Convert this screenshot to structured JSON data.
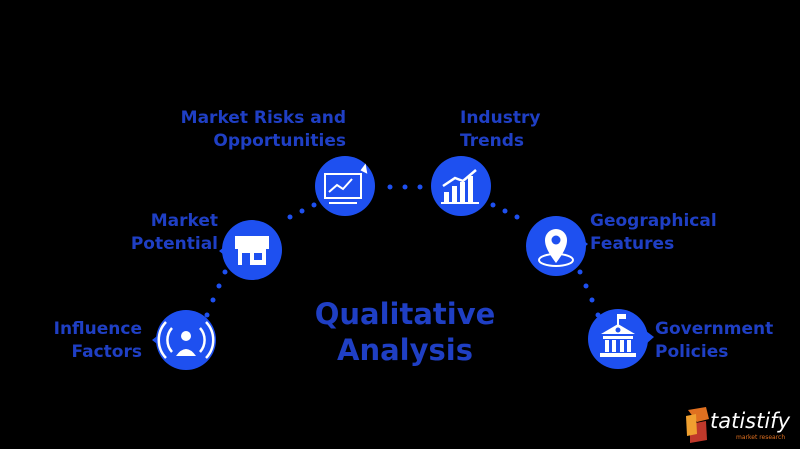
{
  "title": {
    "line1": "Qualitative",
    "line2": "Analysis"
  },
  "nodes": [
    {
      "id": "influence",
      "line1": "Influence",
      "line2": "Factors",
      "icon": "signal-person-icon"
    },
    {
      "id": "market",
      "line1": "Market",
      "line2": "Potential",
      "icon": "storefront-icon"
    },
    {
      "id": "risks",
      "line1": "Market Risks and",
      "line2": "Opportunities",
      "icon": "chart-board-icon"
    },
    {
      "id": "trends",
      "line1": "Industry",
      "line2": "Trends",
      "icon": "bar-growth-icon"
    },
    {
      "id": "geo",
      "line1": "Geographical",
      "line2": "Features",
      "icon": "location-pin-icon"
    },
    {
      "id": "gov",
      "line1": "Government",
      "line2": "Policies",
      "icon": "government-building-icon"
    }
  ],
  "logo": {
    "name": "tatistify",
    "tagline": "market research"
  },
  "colors": {
    "node": "#1e50f0",
    "label": "#1f3fc4",
    "dot": "#1e50f0",
    "background": "#000000"
  }
}
